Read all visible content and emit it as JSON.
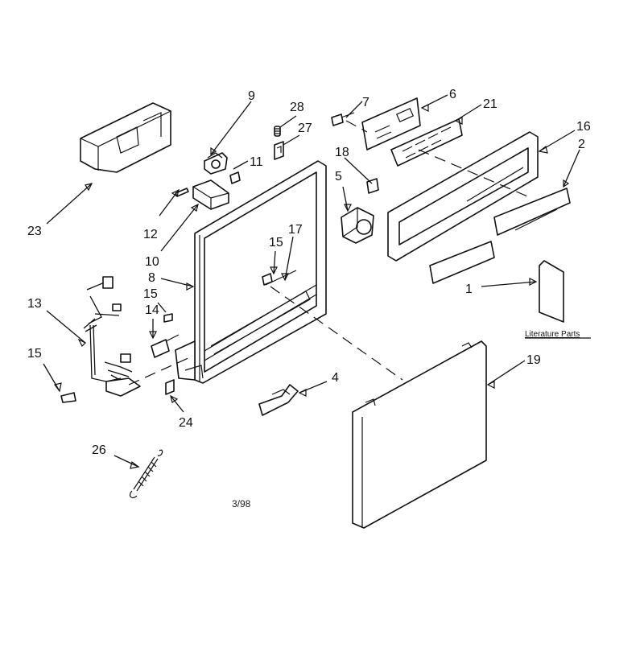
{
  "callouts": {
    "c1": "1",
    "c2": "2",
    "c4": "4",
    "c5": "5",
    "c6": "6",
    "c7": "7",
    "c8": "8",
    "c9": "9",
    "c10": "10",
    "c11": "11",
    "c12": "12",
    "c13": "13",
    "c14": "14",
    "c15a": "15",
    "c15b": "15",
    "c15c": "15",
    "c16": "16",
    "c17": "17",
    "c18": "18",
    "c19": "19",
    "c21": "21",
    "c23": "23",
    "c24": "24",
    "c26": "26",
    "c27": "27",
    "c28": "28"
  },
  "literature_label": "Literature Parts",
  "date_code": "3/98"
}
